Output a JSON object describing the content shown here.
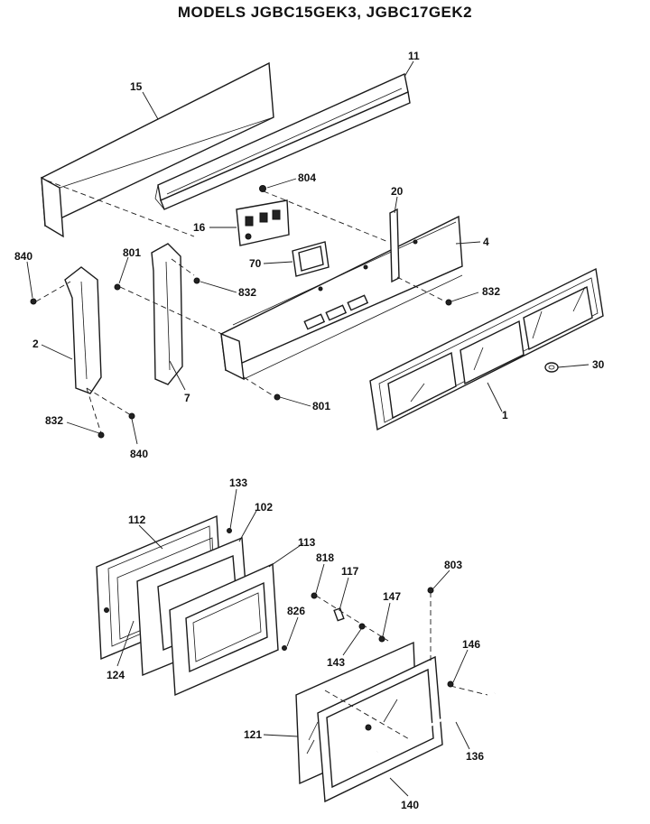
{
  "title": "MODELS JGBC15GEK3, JGBC17GEK2",
  "callouts": {
    "c15": "15",
    "c11": "11",
    "c804": "804",
    "c20": "20",
    "c16": "16",
    "c4": "4",
    "c840a": "840",
    "c801a": "801",
    "c70": "70",
    "c832a": "832",
    "c832b": "832",
    "c2": "2",
    "c30": "30",
    "c7": "7",
    "c801b": "801",
    "c1": "1",
    "c832c": "832",
    "c840b": "840",
    "c133": "133",
    "c112": "112",
    "c102": "102",
    "c113": "113",
    "c818": "818",
    "c117": "117",
    "c803": "803",
    "c147": "147",
    "c826": "826",
    "c124": "124",
    "c143": "143",
    "c146": "146",
    "c121": "121",
    "c136": "136",
    "c140": "140"
  }
}
